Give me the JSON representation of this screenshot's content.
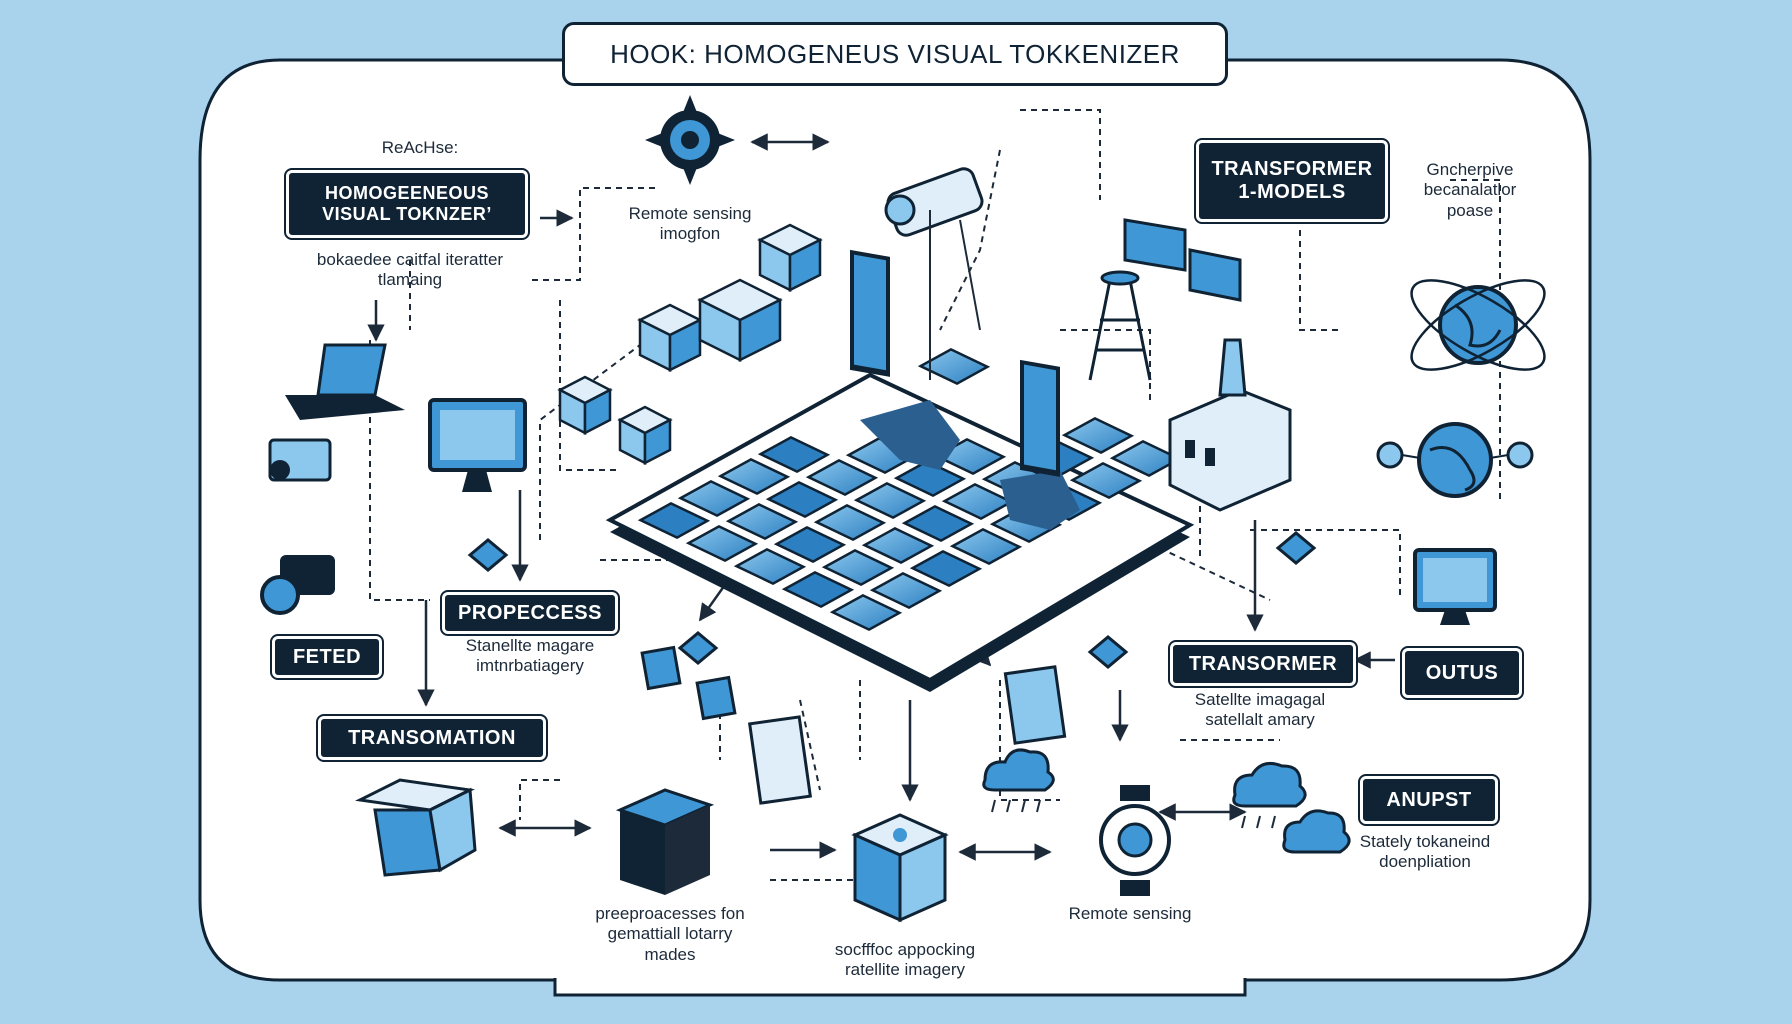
{
  "title": "HOOK: HOMOGENEUS VISUAL   TOKKENIZER",
  "boxes": {
    "homogeneous": "HOMOGEENEOUS\nVISUAL TOKNZER’",
    "transformer_models": "TRANSFORMER\n1-MODELS",
    "feted": "FETED",
    "propeccess": "PROPECCESS",
    "transomation": "TRANSOMATION",
    "transormer": "TRANSORMER",
    "outus": "OUTUS",
    "anupst": "ANUPST"
  },
  "labels": {
    "reachse": "ReAcHse:",
    "bokaedee": "bokaedee caitfal iteratter\ntlamaing",
    "remote_sensing_imagery": "Remote sensing\nimogfon",
    "gncherpive": "Gncherpive\nbecanalatlor\npoase",
    "stanellite": "Stanellte magare\nimtnrbatiagery",
    "satellite_imagal": "Satellte imagagal\nsatellalt amary",
    "stately": "Stately tokaneind\ndoenpliation",
    "preproacesses": "preeproacesses fon\ngemattiall lotarry\nmades",
    "socfffoc": "socfffoc appocking\nratellite imagery",
    "remote_sensing": "Remote sensing"
  },
  "colors": {
    "background": "#a9d3ec",
    "panel": "#ffffff",
    "dark": "#0f2335",
    "accent": "#3f97d6",
    "accent_light": "#8cc8ee",
    "line": "#1c2a3a"
  },
  "icons": [
    "satellite-icon",
    "gear-star-icon",
    "globe-icon",
    "laptop-icon",
    "monitor-icon",
    "camera-icon",
    "cloud-rain-icon",
    "tower-icon",
    "building-icon",
    "cube-icon",
    "map-grid-icon"
  ]
}
